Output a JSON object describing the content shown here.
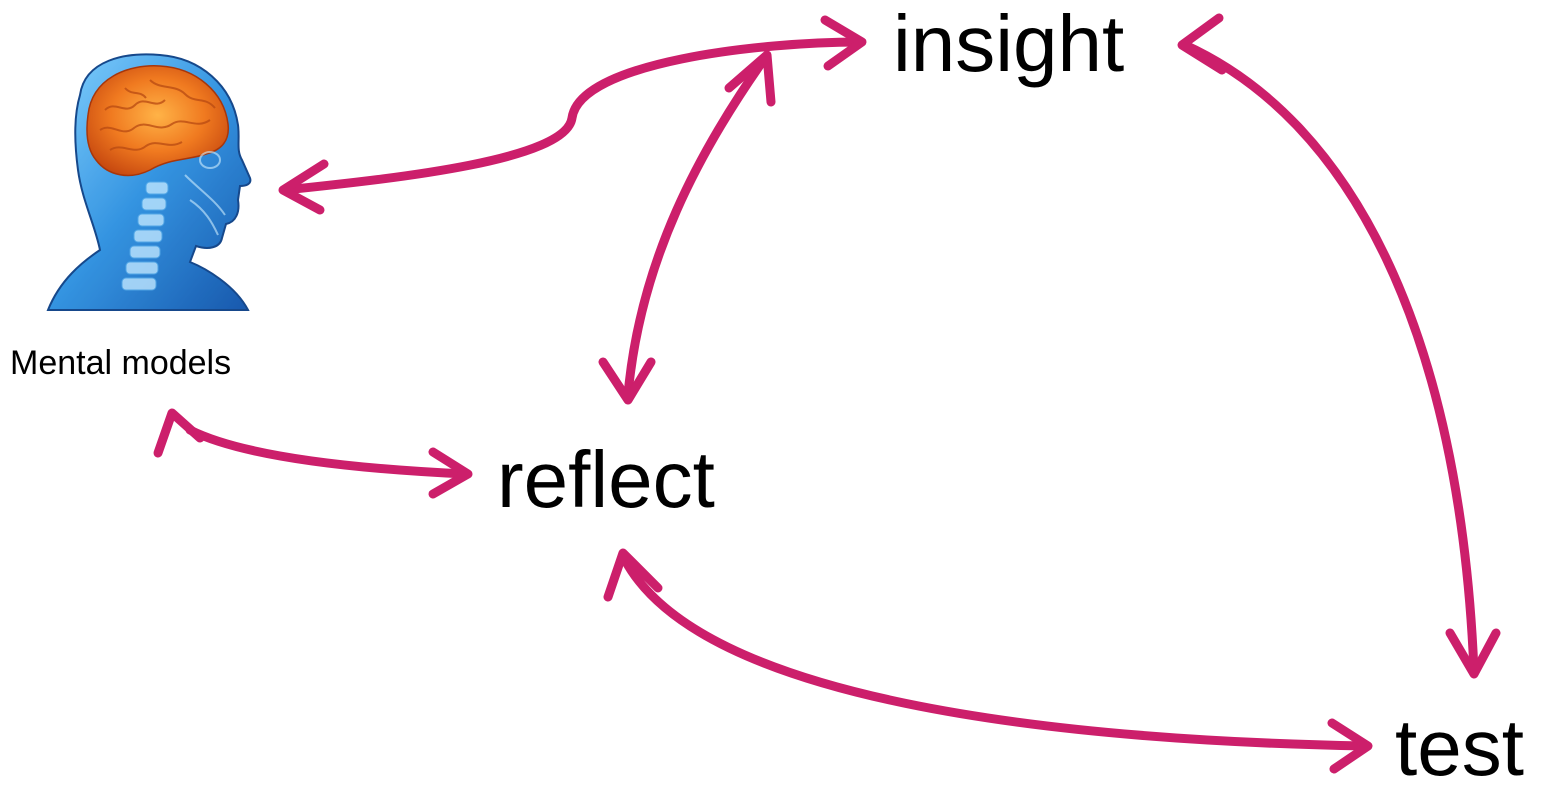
{
  "nodes": {
    "insight": "insight",
    "reflect": "reflect",
    "test": "test",
    "mental_models": "Mental models"
  },
  "colors": {
    "arrow": "#cc1f6b",
    "text": "#000000"
  },
  "icons": {
    "head": "brain-head-icon"
  },
  "edges": [
    {
      "from": "insight",
      "to": "mental_models",
      "direction": "both"
    },
    {
      "from": "insight",
      "to": "reflect",
      "direction": "both"
    },
    {
      "from": "insight",
      "to": "test",
      "direction": "both"
    },
    {
      "from": "mental_models",
      "to": "reflect",
      "direction": "both"
    },
    {
      "from": "reflect",
      "to": "test",
      "direction": "both"
    }
  ]
}
